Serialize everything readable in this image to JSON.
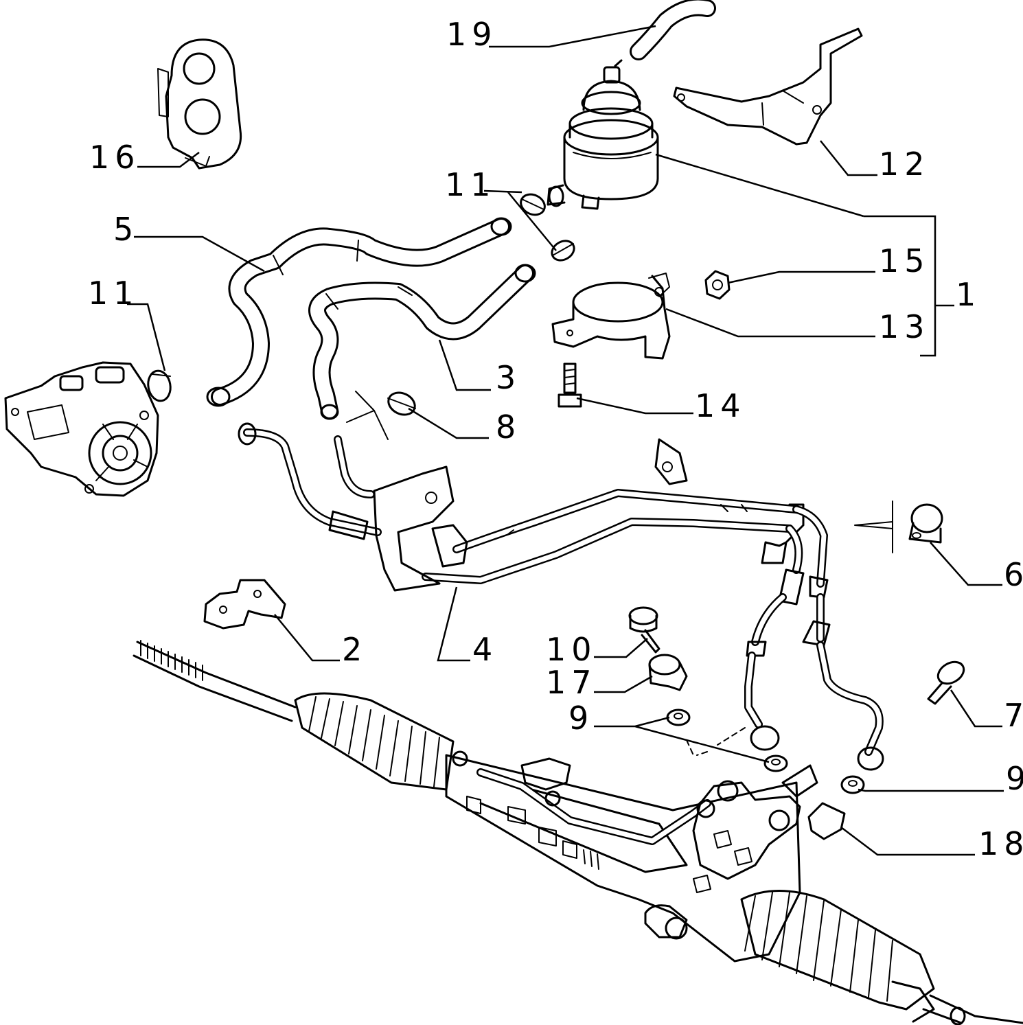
{
  "callouts": [
    {
      "id": "19",
      "text": "19"
    },
    {
      "id": "16",
      "text": "16"
    },
    {
      "id": "12",
      "text": "12"
    },
    {
      "id": "11a",
      "text": "11"
    },
    {
      "id": "5",
      "text": "5"
    },
    {
      "id": "11b",
      "text": "11"
    },
    {
      "id": "15",
      "text": "15"
    },
    {
      "id": "1",
      "text": "1"
    },
    {
      "id": "13",
      "text": "13"
    },
    {
      "id": "3",
      "text": "3"
    },
    {
      "id": "14",
      "text": "14"
    },
    {
      "id": "8",
      "text": "8"
    },
    {
      "id": "6",
      "text": "6"
    },
    {
      "id": "2",
      "text": "2"
    },
    {
      "id": "4",
      "text": "4"
    },
    {
      "id": "10",
      "text": "10"
    },
    {
      "id": "17",
      "text": "17"
    },
    {
      "id": "7",
      "text": "7"
    },
    {
      "id": "9a",
      "text": "9"
    },
    {
      "id": "9b",
      "text": "9"
    },
    {
      "id": "18",
      "text": "18"
    }
  ]
}
